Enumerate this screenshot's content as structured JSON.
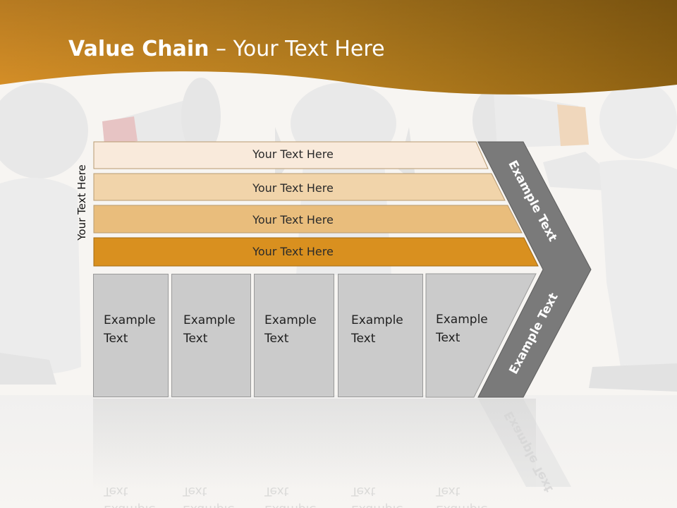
{
  "slide": {
    "title_bold": "Value Chain",
    "title_rest": " – Your Text Here",
    "side_label": "Your Text Here"
  },
  "bars": [
    {
      "label": "Your Text Here",
      "color": "#f9eadb"
    },
    {
      "label": "Your Text Here",
      "color": "#f1d4aa"
    },
    {
      "label": "Your Text Here",
      "color": "#e9bd7c"
    },
    {
      "label": "Your Text Here",
      "color": "#d9901f"
    }
  ],
  "boxes": [
    {
      "line1": "Example",
      "line2": "Text"
    },
    {
      "line1": "Example",
      "line2": "Text"
    },
    {
      "line1": "Example",
      "line2": "Text"
    },
    {
      "line1": "Example",
      "line2": "Text"
    },
    {
      "line1": "Example",
      "line2": "Text"
    }
  ],
  "chevron": {
    "upper_label": "Example Text",
    "lower_label": "Example Text",
    "color": "#7a7a7a"
  },
  "colors": {
    "header_top": "#c7831c",
    "header_mid": "#b3791d",
    "header_dark": "#8a5a12",
    "box_fill": "#cbcbcb"
  }
}
